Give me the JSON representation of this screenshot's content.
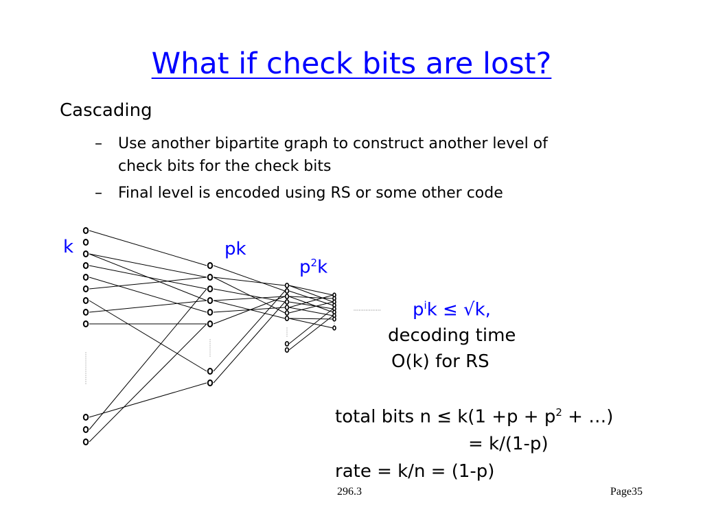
{
  "slide": {
    "title": "What if check bits are lost?",
    "heading": "Cascading",
    "bullets": [
      "Use another bipartite graph to construct another level of",
      "check bits for the check bits",
      "Final level is encoded using RS or some other code"
    ],
    "dash": "–"
  },
  "diagram": {
    "label_k": "k",
    "label_pk": "pk",
    "label_p2k_base": "p",
    "label_p2k_sup": "2",
    "label_p2k_tail": "k",
    "node_glyph": "o"
  },
  "formulas": {
    "line1_p": "p",
    "line1_sup": "i",
    "line1_rest": "k ≤ √k,",
    "line2": "decoding time",
    "line3": "O(k) for RS",
    "line4_pre": "total bits n ≤ k(1 +p + p",
    "line4_sup": "2",
    "line4_post": " + …)",
    "line5": "= k/(1-p)",
    "line6": "rate = k/n = (1-p)"
  },
  "footer": {
    "left": "296.3",
    "right": "Page35"
  },
  "colors": {
    "title": "#0000ff",
    "labels": "#0000ff",
    "text": "#000000"
  }
}
